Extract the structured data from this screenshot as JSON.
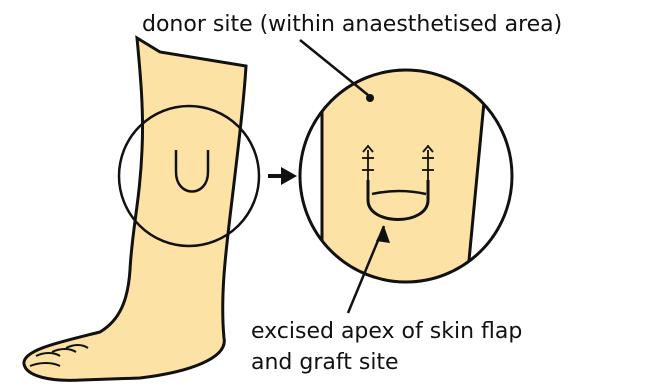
{
  "labels": {
    "donor_site": "donor site (within anaesthetised area)",
    "excised_line1": "excised apex of skin flap",
    "excised_line2": "and graft site"
  },
  "colors": {
    "skin": "#FCE2A4",
    "outline": "#111111",
    "background": "#FFFFFF"
  }
}
